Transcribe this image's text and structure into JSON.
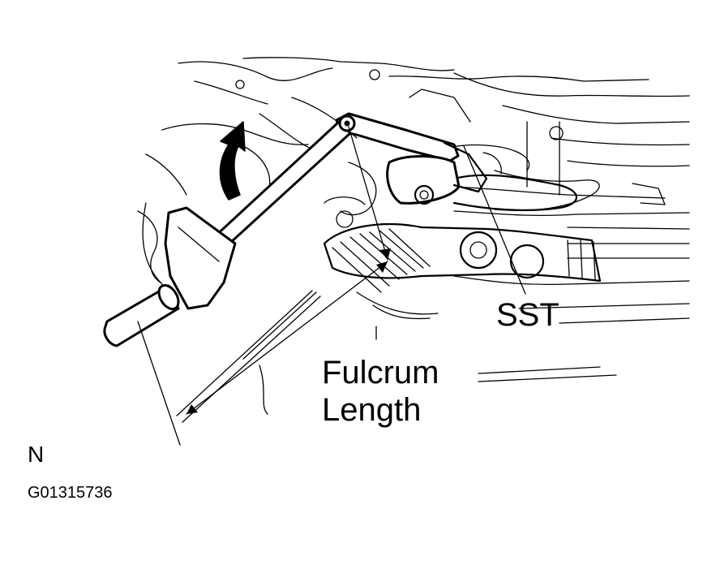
{
  "figure": {
    "labels": {
      "sst": "SST",
      "fulcrum_line1": "Fulcrum",
      "fulcrum_line2": "Length",
      "direction_marker": "N",
      "figure_code": "G01315736"
    },
    "ink_color": "#000000",
    "background_color": "#ffffff",
    "icons": [
      "rotation-arrow-icon"
    ]
  }
}
